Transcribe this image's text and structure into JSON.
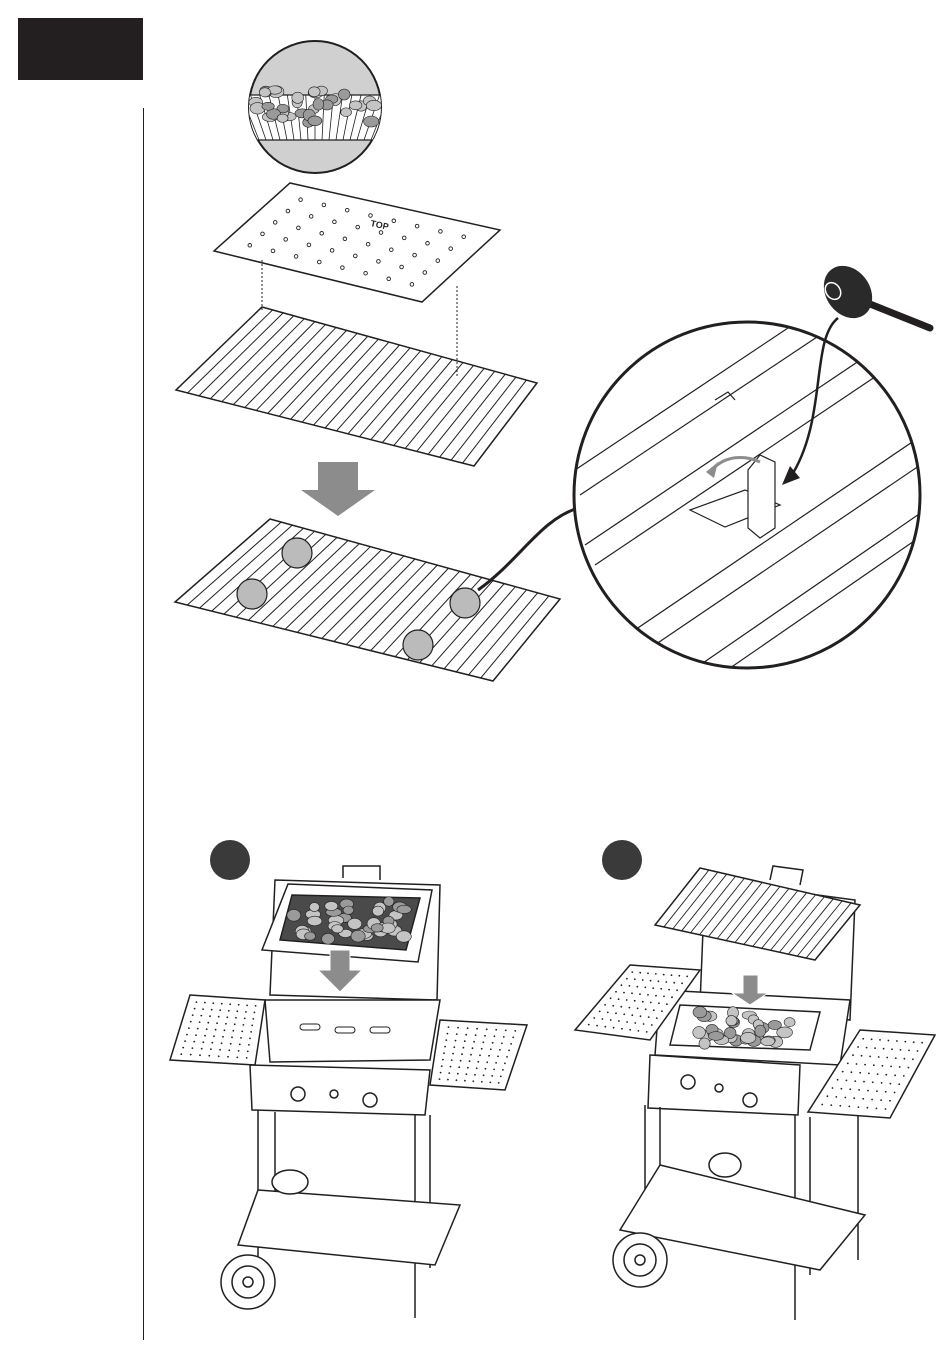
{
  "plate": {
    "label": "TOP"
  },
  "icons": {
    "hammer": "mallet-icon",
    "down_arrow": "down-arrow-icon",
    "bend_arrow": "curved-arrow-icon"
  },
  "colors": {
    "ink": "#231f20",
    "arrow_gray": "#8c8c8c",
    "stone_gray": "#9a9a9a",
    "circle_fill": "#c8c8c8"
  },
  "markers": [
    {
      "id": "marker-1"
    },
    {
      "id": "marker-2"
    }
  ]
}
